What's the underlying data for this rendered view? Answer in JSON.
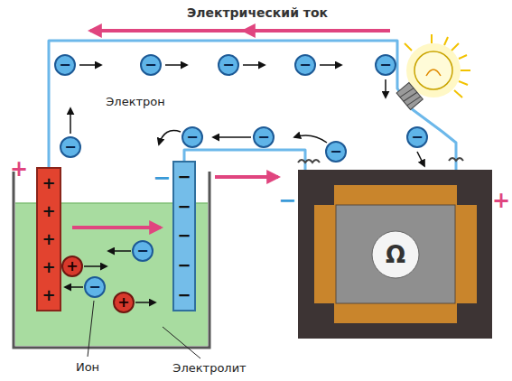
{
  "diagram": {
    "title": "Электрический ток",
    "nodes": [
      {
        "text": [
          "+",
          "+",
          "+",
          "+",
          "+"
        ]
      },
      {
        "text": [
          "−",
          "−",
          "−",
          "−",
          "−"
        ]
      },
      {
        "text": [
          "Ω"
        ]
      },
      {
        "text": [
          "−"
        ]
      },
      {
        "text": [
          "−"
        ]
      },
      {
        "text": [
          "−"
        ]
      },
      {
        "text": [
          "−"
        ]
      },
      {
        "text": [
          "−"
        ]
      },
      {
        "text": [
          "−"
        ]
      },
      {
        "text": [
          "−"
        ]
      },
      {
        "text": [
          "−"
        ]
      },
      {
        "text": [
          "−"
        ]
      },
      {
        "text": [
          "−"
        ]
      },
      {
        "text": [
          "−"
        ]
      },
      {
        "text": [
          "+"
        ]
      },
      {
        "text": [
          "−"
        ]
      },
      {
        "text": [
          "+"
        ]
      }
    ],
    "edges": [
      {
        "from": 0,
        "to": 2,
        "arrow": "none"
      },
      {
        "from": 1,
        "to": 2,
        "arrow": "none"
      }
    ],
    "labels": [
      "Электрон",
      "Ион",
      "Электролит",
      "+",
      "−",
      "−",
      "+"
    ]
  }
}
